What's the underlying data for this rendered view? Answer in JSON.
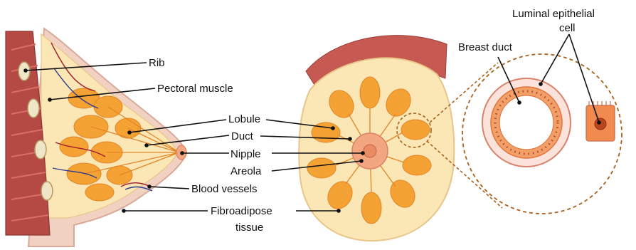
{
  "labels": {
    "rib": "Rib",
    "pectoral_muscle": "Pectoral muscle",
    "lobule": "Lobule",
    "duct": "Duct",
    "nipple": "Nipple",
    "areola": "Areola",
    "blood_vessels": "Blood vessels",
    "fibroadipose_line1": "Fibroadipose",
    "fibroadipose_line2": "tissue",
    "breast_duct": "Breast duct",
    "luminal_line1": "Luminal epithelial",
    "luminal_line2": "cell"
  },
  "colors": {
    "skin": "#f1d2c2",
    "fat": "#fbe6b5",
    "lobule": "#f4a233",
    "lobule_dark": "#e2862a",
    "muscle": "#b44a43",
    "muscle_light": "#d86f66",
    "rib": "#efe6c8",
    "areola": "#f3a780",
    "artery": "#a31f2e",
    "vein": "#2c3a8c",
    "zoom_dash": "#a9611c",
    "duct_ring": "#e2733a",
    "text": "#111111"
  },
  "icons": {
    "sagittal_view": "breast-sagittal-section-illustration",
    "frontal_view": "breast-frontal-view-illustration",
    "duct_cross_section": "breast-duct-cross-section-illustration",
    "epithelial_cell": "luminal-epithelial-cell-icon"
  }
}
